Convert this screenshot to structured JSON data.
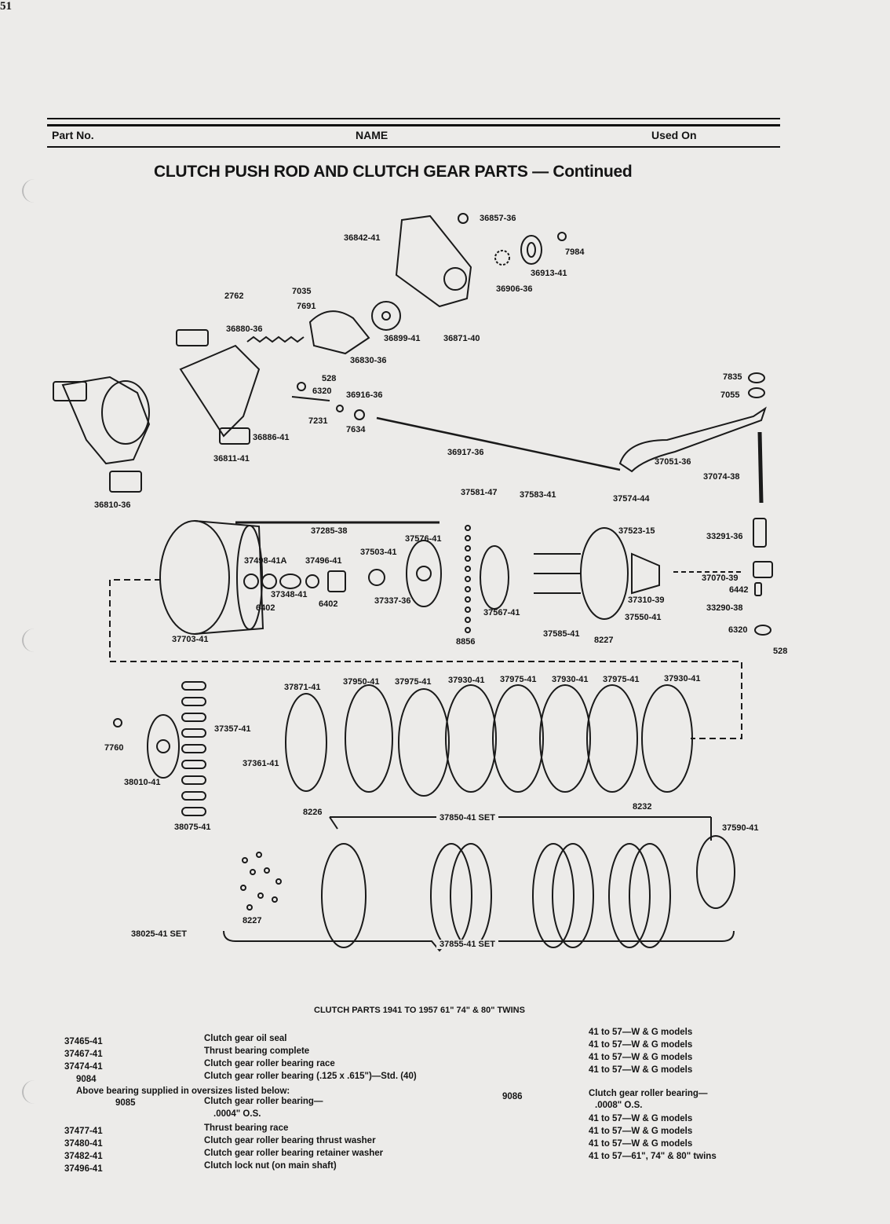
{
  "page": {
    "number": "51"
  },
  "header": {
    "part_no": "Part No.",
    "name": "NAME",
    "used_on": "Used On"
  },
  "section_title": "CLUTCH PUSH ROD AND CLUTCH GEAR PARTS — Continued",
  "callouts": [
    {
      "id": "c1",
      "text": "36857-36"
    },
    {
      "id": "c2",
      "text": "36842-41"
    },
    {
      "id": "c3",
      "text": "7984"
    },
    {
      "id": "c4",
      "text": "36913-41"
    },
    {
      "id": "c5",
      "text": "36906-36"
    },
    {
      "id": "c6",
      "text": "2762"
    },
    {
      "id": "c7",
      "text": "7035"
    },
    {
      "id": "c8",
      "text": "7691"
    },
    {
      "id": "c9",
      "text": "36880-36"
    },
    {
      "id": "c10",
      "text": "36899-41"
    },
    {
      "id": "c11",
      "text": "36871-40"
    },
    {
      "id": "c12",
      "text": "36830-36"
    },
    {
      "id": "c13",
      "text": "528"
    },
    {
      "id": "c14",
      "text": "6320"
    },
    {
      "id": "c15",
      "text": "36916-36"
    },
    {
      "id": "c16",
      "text": "7231"
    },
    {
      "id": "c17",
      "text": "7634"
    },
    {
      "id": "c18",
      "text": "36886-41"
    },
    {
      "id": "c19",
      "text": "36811-41"
    },
    {
      "id": "c20",
      "text": "36917-36"
    },
    {
      "id": "c21",
      "text": "7835"
    },
    {
      "id": "c22",
      "text": "7055"
    },
    {
      "id": "c23",
      "text": "37051-36"
    },
    {
      "id": "c24",
      "text": "37074-38"
    },
    {
      "id": "c25",
      "text": "36810-36"
    },
    {
      "id": "c26",
      "text": "37581-47"
    },
    {
      "id": "c27",
      "text": "37583-41"
    },
    {
      "id": "c28",
      "text": "37574-44"
    },
    {
      "id": "c29",
      "text": "37285-38"
    },
    {
      "id": "c30",
      "text": "37576-41"
    },
    {
      "id": "c31",
      "text": "37523-15"
    },
    {
      "id": "c32",
      "text": "33291-36"
    },
    {
      "id": "c33",
      "text": "37498-41A"
    },
    {
      "id": "c34",
      "text": "37496-41"
    },
    {
      "id": "c35",
      "text": "37503-41"
    },
    {
      "id": "c36",
      "text": "37348-41"
    },
    {
      "id": "c37",
      "text": "6402"
    },
    {
      "id": "c38",
      "text": "6402"
    },
    {
      "id": "c39",
      "text": "37337-36"
    },
    {
      "id": "c40",
      "text": "37070-39"
    },
    {
      "id": "c41",
      "text": "6442"
    },
    {
      "id": "c42",
      "text": "37310-39"
    },
    {
      "id": "c43",
      "text": "37567-41"
    },
    {
      "id": "c44",
      "text": "37550-41"
    },
    {
      "id": "c45",
      "text": "33290-38"
    },
    {
      "id": "c46",
      "text": "37585-41"
    },
    {
      "id": "c47",
      "text": "8227"
    },
    {
      "id": "c48",
      "text": "6320"
    },
    {
      "id": "c49",
      "text": "37703-41"
    },
    {
      "id": "c50",
      "text": "8856"
    },
    {
      "id": "c51",
      "text": "528"
    },
    {
      "id": "c52",
      "text": "37871-41"
    },
    {
      "id": "c53",
      "text": "37950-41"
    },
    {
      "id": "c54",
      "text": "37975-41"
    },
    {
      "id": "c55",
      "text": "37930-41"
    },
    {
      "id": "c56",
      "text": "37975-41"
    },
    {
      "id": "c57",
      "text": "37930-41"
    },
    {
      "id": "c58",
      "text": "37975-41"
    },
    {
      "id": "c59",
      "text": "37930-41"
    },
    {
      "id": "c60",
      "text": "37357-41"
    },
    {
      "id": "c61",
      "text": "7760"
    },
    {
      "id": "c62",
      "text": "37361-41"
    },
    {
      "id": "c63",
      "text": "38010-41"
    },
    {
      "id": "c64",
      "text": "8226"
    },
    {
      "id": "c65",
      "text": "8232"
    },
    {
      "id": "c66",
      "text": "38075-41"
    },
    {
      "id": "c67",
      "text": "37590-41"
    },
    {
      "id": "c68",
      "text": "8227"
    },
    {
      "id": "c69",
      "text": "38025-41 SET"
    }
  ],
  "sets": {
    "clutch_850": "37850-41 SET",
    "clutch_855": "37855-41 SET"
  },
  "subsection_title": "CLUTCH PARTS 1941 TO 1957 61\" 74\" & 80\" TWINS",
  "parts": [
    {
      "part_no": "37465-41",
      "name": "Clutch gear oil seal",
      "used_on": "41 to 57—W & G models"
    },
    {
      "part_no": "37467-41",
      "name": "Thrust bearing complete",
      "used_on": "41 to 57—W & G models"
    },
    {
      "part_no": "37474-41",
      "name": "Clutch gear roller bearing race",
      "used_on": "41 to 57—W & G models"
    },
    {
      "part_no": "9084",
      "name": "Clutch gear roller bearing (.125 x .615\")—Std. (40)",
      "used_on": "41 to 57—W & G models"
    }
  ],
  "oversize_note": "Above bearing supplied in oversizes listed below:",
  "oversizes": [
    {
      "part_no": "9085",
      "name_line1": "Clutch gear roller bearing—",
      "name_line2": ".0004\" O.S."
    },
    {
      "part_no": "9086",
      "name_line1": "Clutch gear roller bearing—",
      "name_line2": ".0008\" O.S."
    }
  ],
  "parts2": [
    {
      "part_no": "37477-41",
      "name": "Thrust bearing race",
      "used_on": "41 to 57—W & G models"
    },
    {
      "part_no": "37480-41",
      "name": "Clutch gear roller bearing thrust washer",
      "used_on": "41 to 57—W & G models"
    },
    {
      "part_no": "37482-41",
      "name": "Clutch gear roller bearing retainer washer",
      "used_on": "41 to 57—W & G models"
    },
    {
      "part_no": "37496-41",
      "name": "Clutch lock nut (on main shaft)",
      "used_on": "41 to 57—61\", 74\" & 80\" twins"
    }
  ]
}
